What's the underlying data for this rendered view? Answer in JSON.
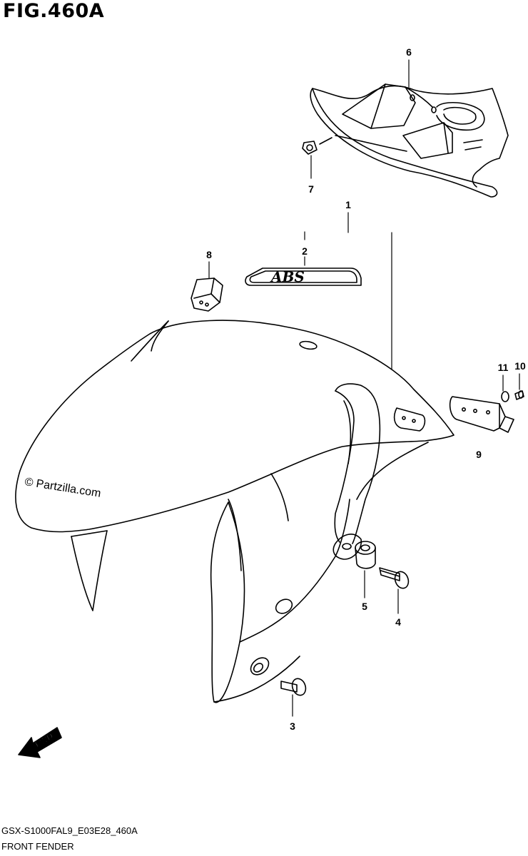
{
  "figure_title": "FIG.460A",
  "callouts": {
    "p1": "1",
    "p2": "2",
    "p3": "3",
    "p4": "4",
    "p5": "5",
    "p6": "6",
    "p7": "7",
    "p8": "8",
    "p9": "9",
    "p10": "10",
    "p11": "11"
  },
  "emblem_text": "ABS",
  "watermark": "© Partzilla.com",
  "fwd_label": "FWD",
  "footer": {
    "code": "GSX-S1000FAL9_E03E28_460A",
    "name": "FRONT FENDER"
  }
}
